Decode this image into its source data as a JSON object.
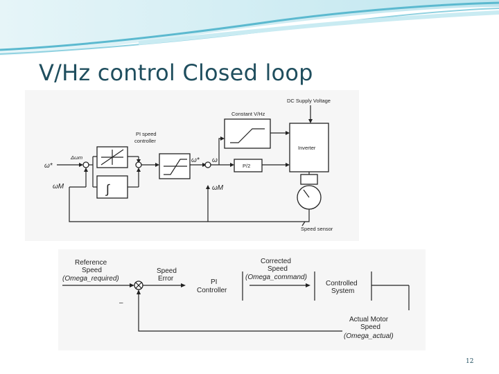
{
  "slide": {
    "title": "V/Hz control Closed loop",
    "page_number": "12",
    "accent_color": "#1f4e5e"
  },
  "diagram1": {
    "dc_supply_label": "DC Supply Voltage",
    "constant_vhz_label": "Constant V/Hz",
    "inverter_label": "Inverter",
    "pi_speed_label_line1": "PI speed",
    "pi_speed_label_line2": "controller",
    "p2_label": "P/2",
    "speed_sensor_label": "Speed sensor",
    "omega_ref_symbol": "ω*",
    "omega_m_left_symbol": "ωM",
    "delta_omega_symbol": "Δωm",
    "omega_star_mid_symbol": "ω*",
    "omega_right_symbol": "ω",
    "omega_m_mid_symbol": "ωM"
  },
  "diagram2": {
    "reference_line1": "Reference",
    "reference_line2": "Speed",
    "reference_var": "(Omega_required)",
    "speed_error_line1": "Speed",
    "speed_error_line2": "Error",
    "pi_line1": "PI",
    "pi_line2": "Controller",
    "corrected_line1": "Corrected",
    "corrected_line2": "Speed",
    "corrected_var": "(Omega_command)",
    "controlled_line1": "Controlled",
    "controlled_line2": "System",
    "actual_line1": "Actual Motor",
    "actual_line2": "Speed",
    "actual_var": "(Omega_actual)",
    "minus_sign": "–"
  }
}
